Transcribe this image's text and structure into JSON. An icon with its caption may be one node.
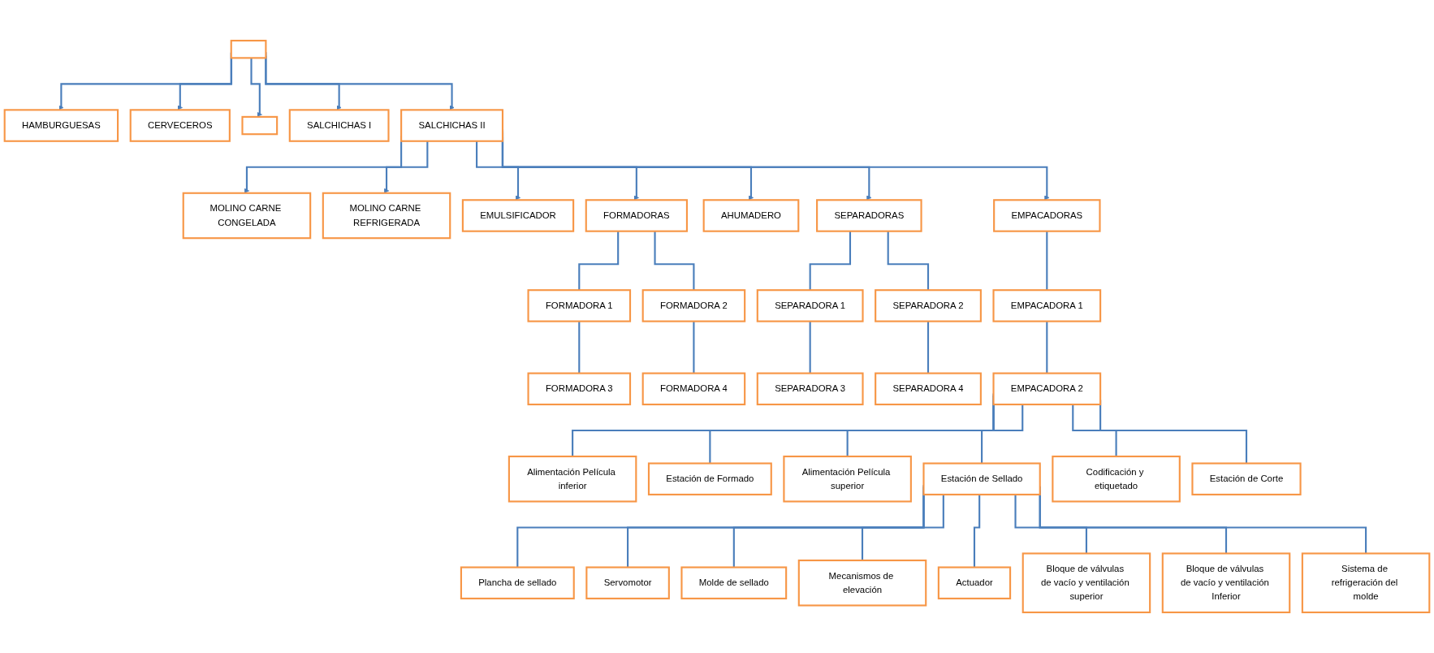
{
  "diagram": {
    "nodes": [
      {
        "text": [],
        "shape": "box"
      },
      {
        "text": [
          "HAMBURGUESAS"
        ]
      },
      {
        "text": [
          "CERVECEROS"
        ]
      },
      {
        "text": [],
        "shape": "box"
      },
      {
        "text": [
          "SALCHICHAS I"
        ]
      },
      {
        "text": [
          "SALCHICHAS II"
        ]
      },
      {
        "text": [
          "MOLINO CARNE CONGELADA"
        ]
      },
      {
        "text": [
          "MOLINO CARNE REFRIGERADA"
        ]
      },
      {
        "text": [
          "EMULSIFICADOR"
        ]
      },
      {
        "text": [
          "FORMADORAS"
        ]
      },
      {
        "text": [
          "AHUMADERO"
        ]
      },
      {
        "text": [
          "SEPARADORAS"
        ]
      },
      {
        "text": [
          "EMPACADORAS"
        ]
      },
      {
        "text": [
          "FORMADORA 1"
        ]
      },
      {
        "text": [
          "FORMADORA 2"
        ]
      },
      {
        "text": [
          "SEPARADORA 1"
        ]
      },
      {
        "text": [
          "SEPARADORA 2"
        ]
      },
      {
        "text": [
          "EMPACADORA 1"
        ]
      },
      {
        "text": [
          "FORMADORA 3"
        ]
      },
      {
        "text": [
          "FORMADORA 4"
        ]
      },
      {
        "text": [
          "SEPARADORA 3"
        ]
      },
      {
        "text": [
          "SEPARADORA 4"
        ]
      },
      {
        "text": [
          "EMPACADORA 2"
        ]
      },
      {
        "text": [
          "Alimentación Película inferior"
        ]
      },
      {
        "text": [
          "Estación de Formado"
        ]
      },
      {
        "text": [
          "Alimentación Película superior"
        ]
      },
      {
        "text": [
          "Estación de Sellado"
        ]
      },
      {
        "text": [
          "Codificación y etiquetado"
        ]
      },
      {
        "text": [
          "Estación de Corte"
        ]
      },
      {
        "text": [
          "Plancha de sellado"
        ]
      },
      {
        "text": [
          "Servomotor"
        ]
      },
      {
        "text": [
          "Molde de sellado"
        ]
      },
      {
        "text": [
          "Mecanismos de elevación"
        ]
      },
      {
        "text": [
          "Actuador"
        ]
      },
      {
        "text": [
          "Bloque de válvulas de vacío y ventilación superior"
        ]
      },
      {
        "text": [
          "Bloque de válvulas de vacío y ventilación Inferior"
        ]
      },
      {
        "text": [
          "Sistema de refrigeración del molde"
        ]
      }
    ],
    "edges": [
      {
        "from": 0,
        "to": 1,
        "arrow": "to"
      },
      {
        "from": 0,
        "to": 2,
        "arrow": "to"
      },
      {
        "from": 0,
        "to": 3,
        "arrow": "to"
      },
      {
        "from": 0,
        "to": 4,
        "arrow": "to"
      },
      {
        "from": 0,
        "to": 5,
        "arrow": "to"
      },
      {
        "from": 5,
        "to": 6,
        "arrow": "to"
      },
      {
        "from": 5,
        "to": 7,
        "arrow": "to"
      },
      {
        "from": 5,
        "to": 8,
        "arrow": "to"
      },
      {
        "from": 5,
        "to": 9,
        "arrow": "to"
      },
      {
        "from": 5,
        "to": 10,
        "arrow": "to"
      },
      {
        "from": 5,
        "to": 11,
        "arrow": "to"
      },
      {
        "from": 5,
        "to": 12,
        "arrow": "to"
      },
      {
        "from": 9,
        "to": 13,
        "arrow": "none"
      },
      {
        "from": 9,
        "to": 14,
        "arrow": "none"
      },
      {
        "from": 13,
        "to": 18,
        "arrow": "none"
      },
      {
        "from": 14,
        "to": 19,
        "arrow": "none"
      },
      {
        "from": 11,
        "to": 15,
        "arrow": "none"
      },
      {
        "from": 11,
        "to": 16,
        "arrow": "none"
      },
      {
        "from": 15,
        "to": 20,
        "arrow": "none"
      },
      {
        "from": 16,
        "to": 21,
        "arrow": "none"
      },
      {
        "from": 12,
        "to": 17,
        "arrow": "none"
      },
      {
        "from": 17,
        "to": 22,
        "arrow": "none"
      },
      {
        "from": 22,
        "to": 23,
        "arrow": "none"
      },
      {
        "from": 22,
        "to": 24,
        "arrow": "none"
      },
      {
        "from": 22,
        "to": 25,
        "arrow": "none"
      },
      {
        "from": 22,
        "to": 26,
        "arrow": "none"
      },
      {
        "from": 22,
        "to": 27,
        "arrow": "none"
      },
      {
        "from": 22,
        "to": 28,
        "arrow": "none"
      },
      {
        "from": 26,
        "to": 29,
        "arrow": "none"
      },
      {
        "from": 26,
        "to": 30,
        "arrow": "none"
      },
      {
        "from": 26,
        "to": 31,
        "arrow": "none"
      },
      {
        "from": 26,
        "to": 32,
        "arrow": "none"
      },
      {
        "from": 26,
        "to": 33,
        "arrow": "none"
      },
      {
        "from": 26,
        "to": 34,
        "arrow": "none"
      },
      {
        "from": 26,
        "to": 35,
        "arrow": "none"
      },
      {
        "from": 26,
        "to": 36,
        "arrow": "none"
      }
    ]
  }
}
